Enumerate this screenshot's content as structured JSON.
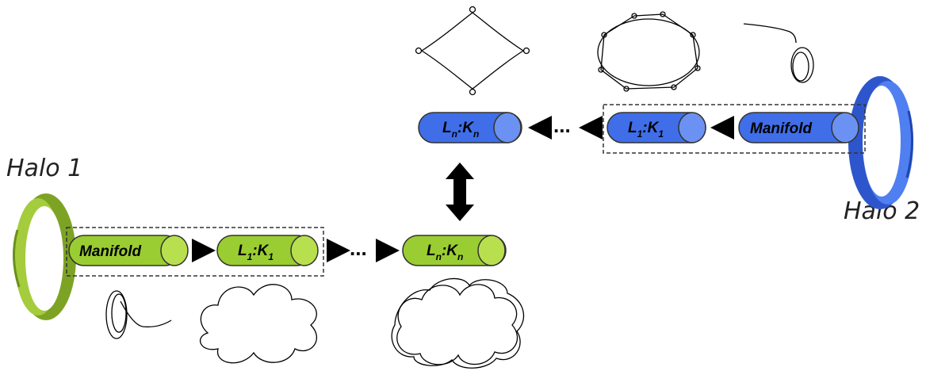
{
  "halo1": {
    "label": "Halo 1",
    "color": "#8cb32a"
  },
  "halo2": {
    "label": "Halo 2",
    "color": "#3f6ee8"
  },
  "green_chain": {
    "manifold": "Manifold",
    "first_L": "L",
    "first_sub_L": "1",
    "first_K": "K",
    "first_sub_K": "1",
    "ellipsis": "...",
    "last_L": "L",
    "last_sub_L": "n",
    "last_K": "K",
    "last_sub_K": "n",
    "fill": "#9acd32"
  },
  "blue_chain": {
    "manifold": "Manifold",
    "first_L": "L",
    "first_sub_L": "1",
    "first_K": "K",
    "first_sub_K": "1",
    "ellipsis": "...",
    "last_L": "L",
    "last_sub_L": "n",
    "last_K": "K",
    "last_sub_K": "n",
    "fill": "#3f6ee8"
  }
}
